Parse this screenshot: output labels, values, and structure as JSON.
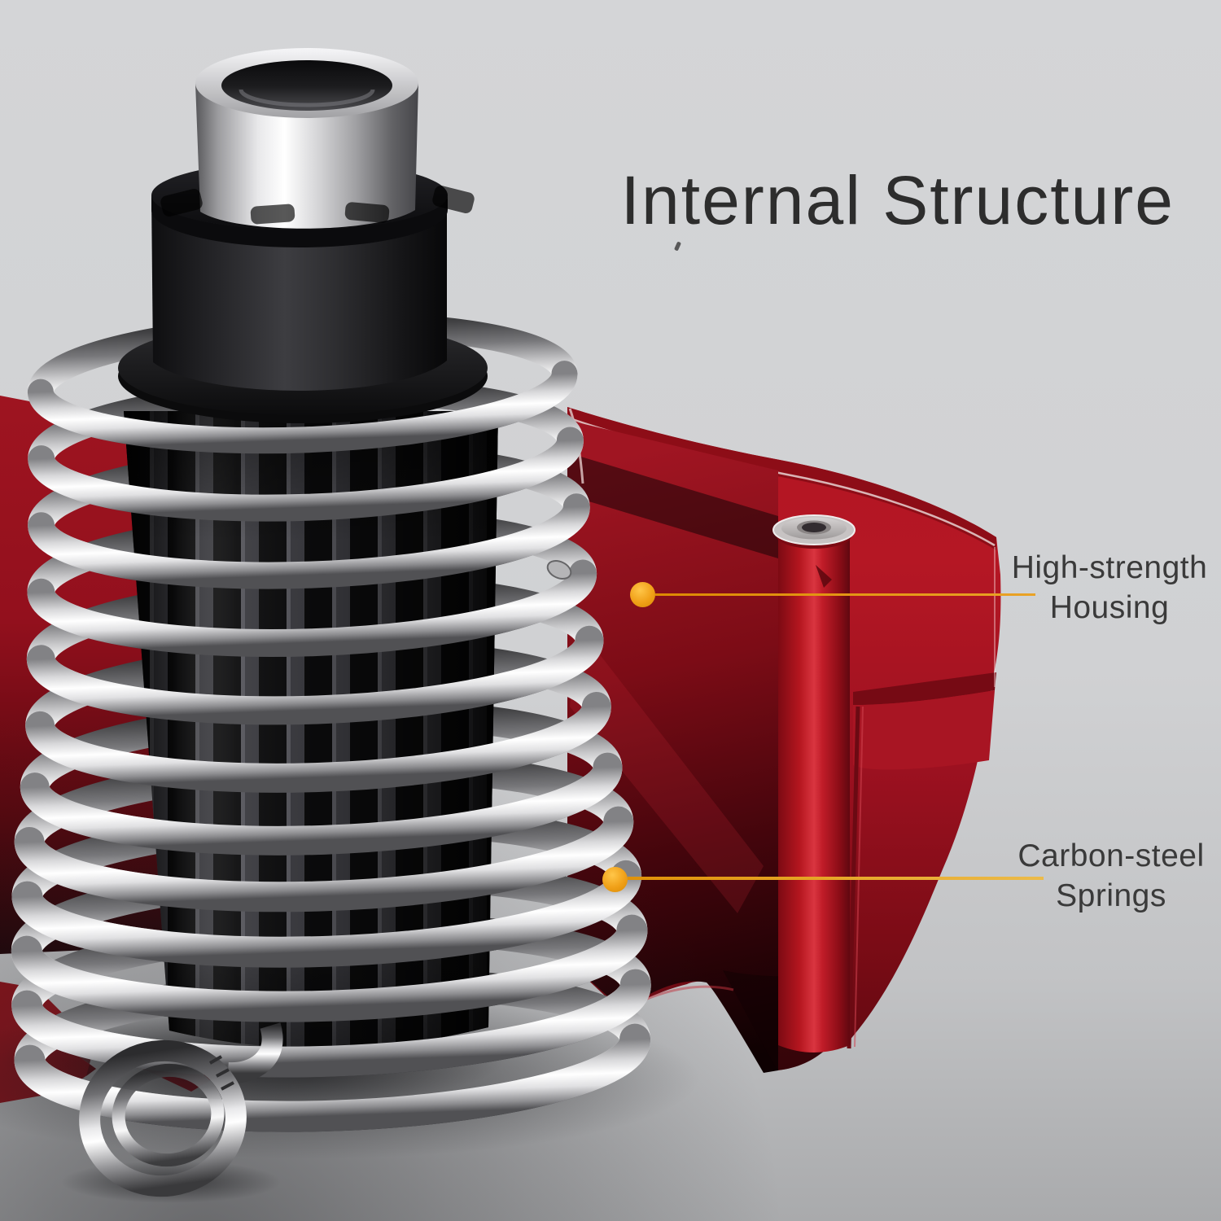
{
  "page": {
    "title": "Internal Structure"
  },
  "callouts": [
    {
      "id": "housing",
      "label_line1": "High-strength",
      "label_line2": "Housing"
    },
    {
      "id": "springs",
      "label_line1": "Carbon-steel",
      "label_line2": "Springs"
    }
  ],
  "style": {
    "background_gray": "#d3d4d6",
    "accent_dot_orange": "#f0a018",
    "leader_line_orange": "#e09208",
    "housing_red": "#a81420",
    "spring_silver": "#e8e8ea",
    "hub_black": "#141416",
    "title_color": "#2d2d2d",
    "label_color": "#3a3a3a"
  }
}
